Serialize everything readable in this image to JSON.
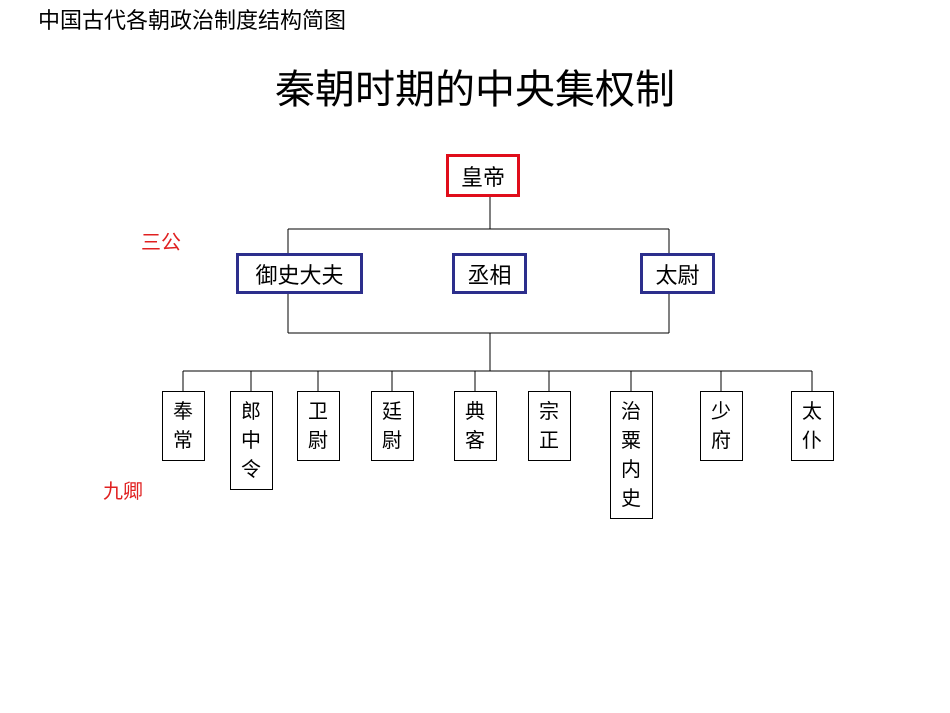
{
  "header": {
    "text": "中国古代各朝政治制度结构简图"
  },
  "title": {
    "text": "秦朝时期的中央集权制"
  },
  "labels": {
    "sangong": "三公",
    "jiuqing": "九卿"
  },
  "emperor": {
    "label": "皇帝"
  },
  "sangong": [
    "御史大夫",
    "丞相",
    "太尉"
  ],
  "jiuqing": [
    "奉常",
    "郎中令",
    "卫尉",
    "廷尉",
    "典客",
    "宗正",
    "治粟内史",
    "少府",
    "太仆"
  ],
  "colors": {
    "emperor_border": "#e00d1a",
    "sangong_border": "#2c2e8c",
    "label_text": "#e02020",
    "lines": "#000000"
  }
}
